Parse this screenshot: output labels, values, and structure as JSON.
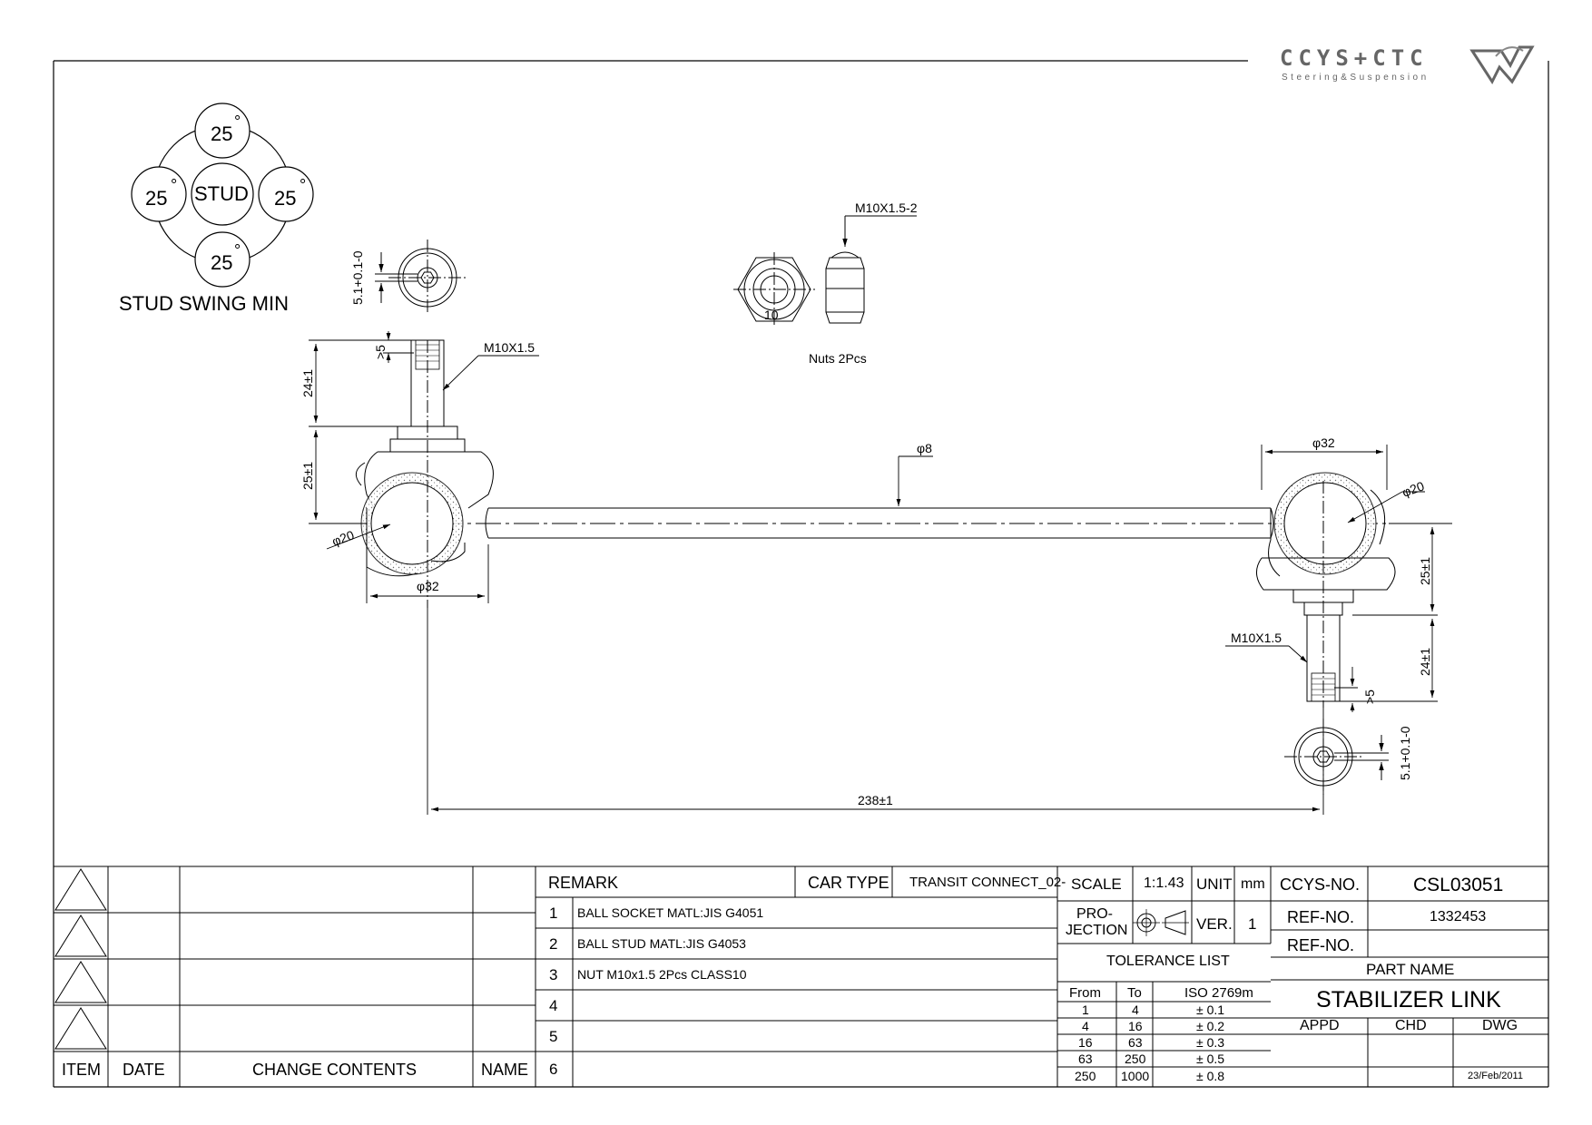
{
  "logo": {
    "brand": "CCYS+CTC",
    "tagline": "Steering&Suspension"
  },
  "stud_swing": {
    "center": "STUD",
    "top": "25",
    "left": "25",
    "right": "25",
    "bottom": "25",
    "degree": "°",
    "caption": "STUD SWING MIN"
  },
  "dimensions": {
    "hole_tol_left": "5.1+0.1-0",
    "hole_tol_right": "5.1+0.1-0",
    "thread_min_left": ">5",
    "thread_min_right": ">5",
    "thread_left": "M10X1.5",
    "thread_right": "M10X1.5",
    "stud_length_left": "24±1",
    "stud_length_right": "24±1",
    "body_height_left": "25±1",
    "body_height_right": "25±1",
    "ball_left": "φ20",
    "ball_right": "φ20",
    "housing_left": "φ32",
    "housing_right": "φ32",
    "rod": "φ8",
    "overall": "238±1",
    "nut_thread": "M10X1.5-2",
    "nut_size": "10",
    "nuts_caption": "Nuts 2Pcs"
  },
  "revision_table": {
    "headers": {
      "item": "ITEM",
      "date": "DATE",
      "change": "CHANGE CONTENTS",
      "name": "NAME"
    }
  },
  "remark_table": {
    "remark_label": "REMARK",
    "car_type_label": "CAR TYPE",
    "car_type_value": "TRANSIT CONNECT_02-",
    "rows": [
      {
        "no": "1",
        "text": "BALL SOCKET MATL:JIS  G4051"
      },
      {
        "no": "2",
        "text": "BALL STUD MATL:JIS G4053"
      },
      {
        "no": "3",
        "text": "NUT M10x1.5 2Pcs CLASS10"
      },
      {
        "no": "4",
        "text": ""
      },
      {
        "no": "5",
        "text": ""
      },
      {
        "no": "6",
        "text": ""
      }
    ]
  },
  "spec": {
    "scale_label": "SCALE",
    "scale_value": "1:1.43",
    "unit_label": "UNIT",
    "unit_value": "mm",
    "projection_label_1": "PRO-",
    "projection_label_2": "JECTION",
    "ver_label": "VER.",
    "ver_value": "1",
    "tolerance_title": "TOLERANCE LIST",
    "tol_headers": {
      "from": "From",
      "to": "To",
      "std": "ISO 2769m"
    },
    "tolerances": [
      {
        "from": "1",
        "to": "4",
        "tol": "± 0.1"
      },
      {
        "from": "4",
        "to": "16",
        "tol": "± 0.2"
      },
      {
        "from": "16",
        "to": "63",
        "tol": "± 0.3"
      },
      {
        "from": "63",
        "to": "250",
        "tol": "± 0.5"
      },
      {
        "from": "250",
        "to": "1000",
        "tol": "± 0.8"
      }
    ]
  },
  "title_block": {
    "ccys_no_label": "CCYS-NO.",
    "ccys_no_value": "CSL03051",
    "ref_no_label": "REF-NO.",
    "ref_no_value": "1332453",
    "ref_no2_label": "REF-NO.",
    "ref_no2_value": "",
    "part_name_label": "PART NAME",
    "part_name_value": "STABILIZER LINK",
    "appd": "APPD",
    "chd": "CHD",
    "dwg": "DWG",
    "date": "23/Feb/2011"
  }
}
